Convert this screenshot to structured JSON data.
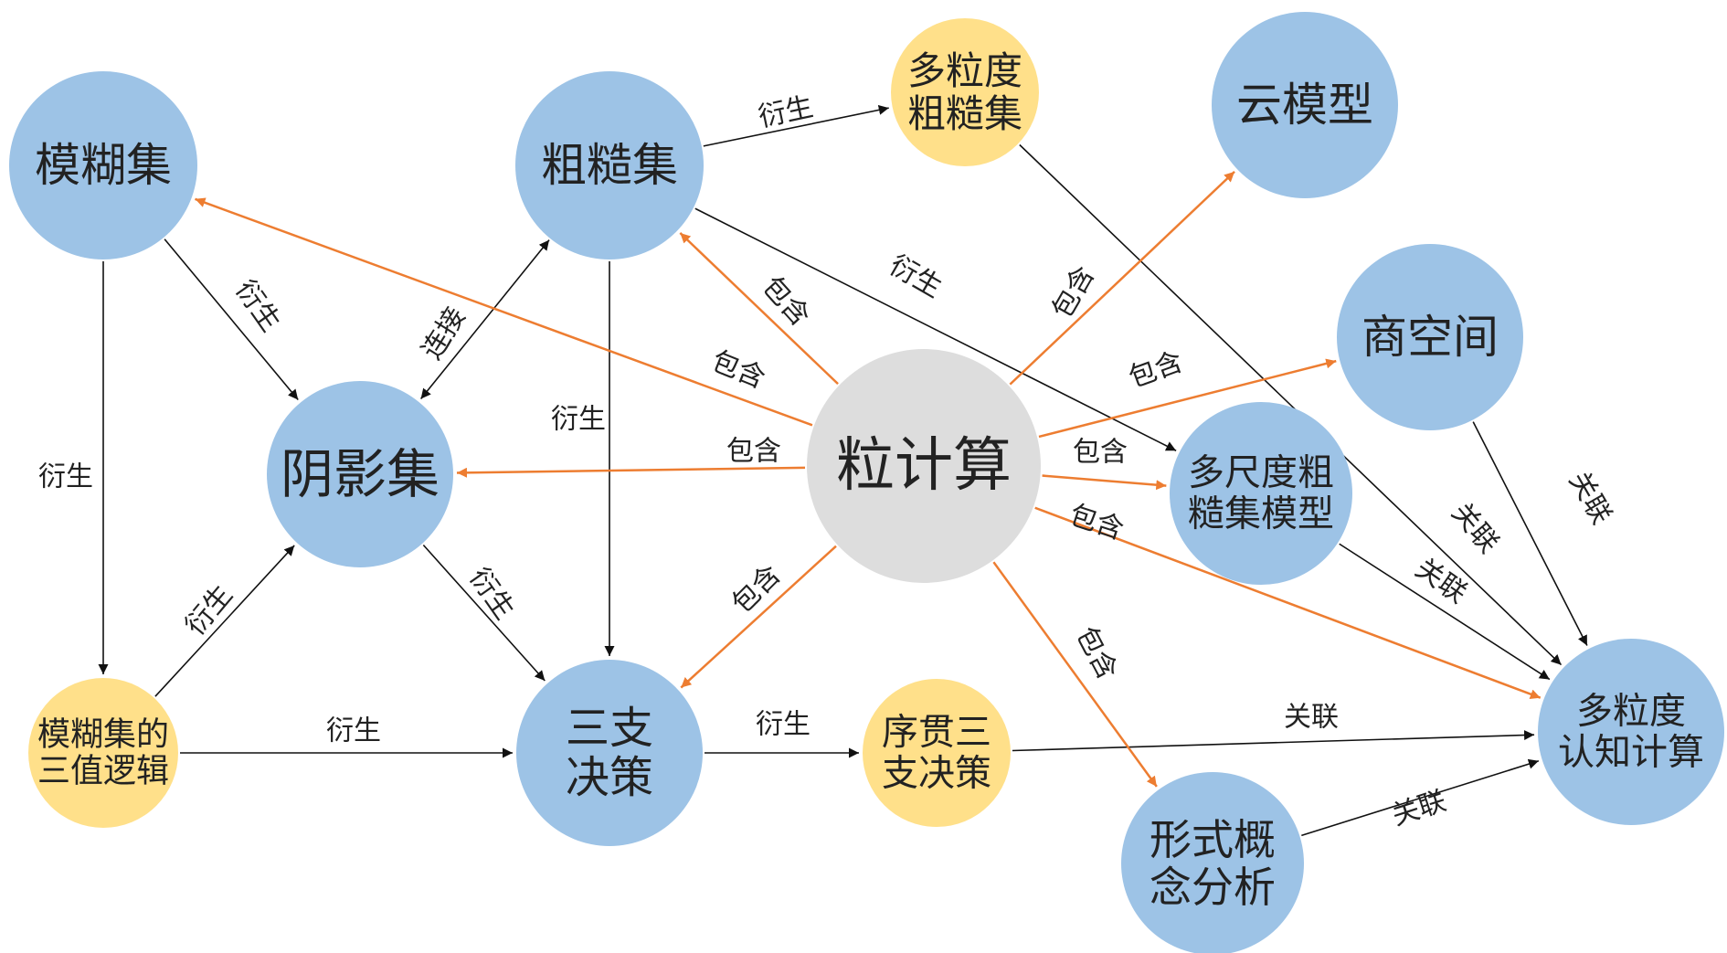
{
  "colors": {
    "blue": "#9dc3e6",
    "yellow": "#ffe08a",
    "gray": "#dddddd",
    "black_edge": "#111111",
    "orange_edge": "#ed7d31"
  },
  "nodes": [
    {
      "id": "mohuji",
      "lines": [
        "模糊集"
      ],
      "fill": "blue"
    },
    {
      "id": "cucaoji",
      "lines": [
        "粗糙集"
      ],
      "fill": "blue"
    },
    {
      "id": "duolidu_cucaoji",
      "lines": [
        "多粒度",
        "粗糙集"
      ],
      "fill": "yellow"
    },
    {
      "id": "yunmoxing",
      "lines": [
        "云模型"
      ],
      "fill": "blue"
    },
    {
      "id": "shangkongjian",
      "lines": [
        "商空间"
      ],
      "fill": "blue"
    },
    {
      "id": "yinyingji",
      "lines": [
        "阴影集"
      ],
      "fill": "blue"
    },
    {
      "id": "lijisuan",
      "lines": [
        "粒计算"
      ],
      "fill": "gray"
    },
    {
      "id": "duochidu",
      "lines": [
        "多尺度粗",
        "糙集模型"
      ],
      "fill": "blue"
    },
    {
      "id": "mohuji_sanzhi",
      "lines": [
        "模糊集的",
        "三值逻辑"
      ],
      "fill": "yellow"
    },
    {
      "id": "sanzhi_juece",
      "lines": [
        "三支",
        "决策"
      ],
      "fill": "blue"
    },
    {
      "id": "xuguan",
      "lines": [
        "序贯三",
        "支决策"
      ],
      "fill": "yellow"
    },
    {
      "id": "xingshi",
      "lines": [
        "形式概",
        "念分析"
      ],
      "fill": "blue"
    },
    {
      "id": "duolidu_renzhi",
      "lines": [
        "多粒度",
        "认知计算"
      ],
      "fill": "blue"
    }
  ],
  "edges": [
    {
      "from": "mohuji",
      "to": "mohuji_sanzhi",
      "label": "衍生",
      "kind": "black"
    },
    {
      "from": "mohuji",
      "to": "yinyingji",
      "label": "衍生",
      "kind": "black"
    },
    {
      "from": "mohuji_sanzhi",
      "to": "yinyingji",
      "label": "衍生",
      "kind": "black"
    },
    {
      "from": "mohuji_sanzhi",
      "to": "sanzhi_juece",
      "label": "衍生",
      "kind": "black"
    },
    {
      "from": "cucaoji",
      "to": "yinyingji",
      "label": "连接",
      "kind": "black",
      "bidirectional": true
    },
    {
      "from": "cucaoji",
      "to": "sanzhi_juece",
      "label": "衍生",
      "kind": "black"
    },
    {
      "from": "cucaoji",
      "to": "duolidu_cucaoji",
      "label": "衍生",
      "kind": "black"
    },
    {
      "from": "cucaoji",
      "to": "duochidu",
      "label": "衍生",
      "kind": "black"
    },
    {
      "from": "yinyingji",
      "to": "sanzhi_juece",
      "label": "衍生",
      "kind": "black"
    },
    {
      "from": "sanzhi_juece",
      "to": "xuguan",
      "label": "衍生",
      "kind": "black"
    },
    {
      "from": "duolidu_cucaoji",
      "to": "duolidu_renzhi",
      "label": "关联",
      "kind": "black"
    },
    {
      "from": "shangkongjian",
      "to": "duolidu_renzhi",
      "label": "关联",
      "kind": "black"
    },
    {
      "from": "duochidu",
      "to": "duolidu_renzhi",
      "label": "关联",
      "kind": "black"
    },
    {
      "from": "xuguan",
      "to": "duolidu_renzhi",
      "label": "关联",
      "kind": "black"
    },
    {
      "from": "xingshi",
      "to": "duolidu_renzhi",
      "label": "关联",
      "kind": "black"
    },
    {
      "from": "lijisuan",
      "to": "mohuji",
      "label": "包含",
      "kind": "orange"
    },
    {
      "from": "lijisuan",
      "to": "cucaoji",
      "label": "包含",
      "kind": "orange"
    },
    {
      "from": "lijisuan",
      "to": "yunmoxing",
      "label": "包含",
      "kind": "orange"
    },
    {
      "from": "lijisuan",
      "to": "shangkongjian",
      "label": "包含",
      "kind": "orange"
    },
    {
      "from": "lijisuan",
      "to": "yinyingji",
      "label": "包含",
      "kind": "orange"
    },
    {
      "from": "lijisuan",
      "to": "duochidu",
      "label": "包含",
      "kind": "orange"
    },
    {
      "from": "lijisuan",
      "to": "duolidu_renzhi",
      "label": "包含",
      "kind": "orange"
    },
    {
      "from": "lijisuan",
      "to": "sanzhi_juece",
      "label": "包含",
      "kind": "orange"
    },
    {
      "from": "lijisuan",
      "to": "xingshi",
      "label": "包含",
      "kind": "orange"
    }
  ]
}
